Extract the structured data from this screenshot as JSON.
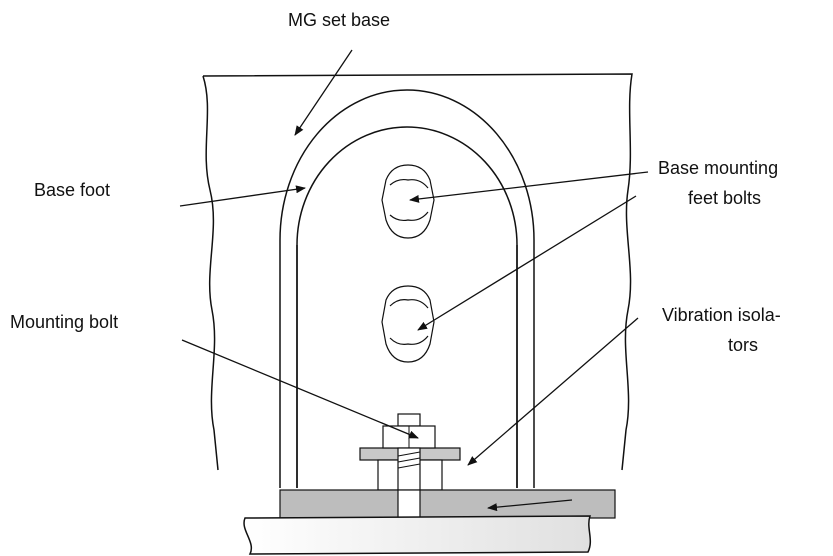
{
  "labels": {
    "mg_set_base": "MG set base",
    "base_foot": "Base foot",
    "base_mounting_feet_bolts_line1": "Base mounting",
    "base_mounting_feet_bolts_line2": "feet bolts",
    "mounting_bolt": "Mounting bolt",
    "vibration_isolators_line1": "Vibration isola-",
    "vibration_isolators_line2": "tors"
  },
  "colors": {
    "line": "#111111",
    "isolator_fill": "#c8c8c8",
    "plate_fill": "#bdbdbd",
    "floor_fill": "#e6e6e6"
  }
}
